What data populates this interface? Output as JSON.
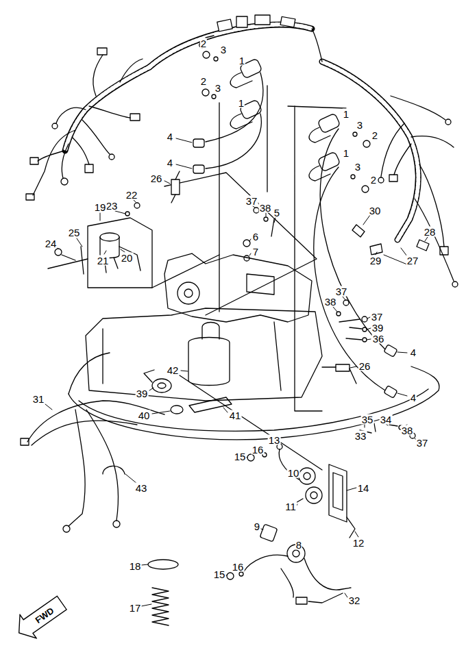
{
  "diagram": {
    "nodes": [
      {
        "text": [
          "FWD"
        ]
      }
    ],
    "labels": [
      "2",
      "3",
      "1",
      "2",
      "3",
      "1",
      "1",
      "3",
      "2",
      "4",
      "1",
      "4",
      "3",
      "2",
      "26",
      "22",
      "37",
      "23",
      "19",
      "38",
      "30",
      "5",
      "28",
      "25",
      "6",
      "24",
      "7",
      "20",
      "21",
      "29",
      "27",
      "37",
      "38",
      "37",
      "39",
      "36",
      "4",
      "26",
      "42",
      "39",
      "4",
      "31",
      "40",
      "41",
      "35",
      "34",
      "38",
      "33",
      "13",
      "37",
      "16",
      "15",
      "10",
      "14",
      "43",
      "11",
      "9",
      "12",
      "8",
      "18",
      "16",
      "15",
      "32",
      "17"
    ]
  }
}
